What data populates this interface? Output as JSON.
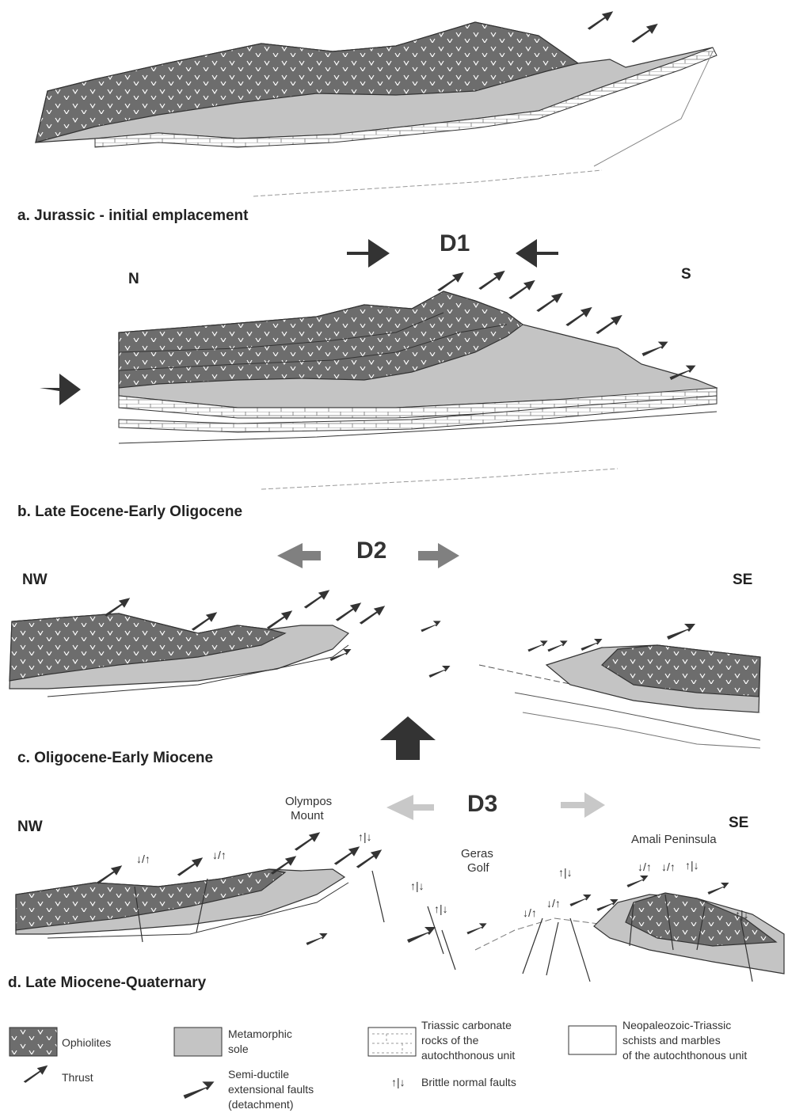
{
  "panels": {
    "a": {
      "title": "a. Jurassic - initial emplacement"
    },
    "b": {
      "title": "b. Late Eocene-Early Oligocene",
      "left": "N",
      "right": "S",
      "phase": "D1"
    },
    "c": {
      "title": "c. Oligocene-Early Miocene",
      "left": "NW",
      "right": "SE",
      "phase": "D2"
    },
    "d": {
      "title": "d. Late Miocene-Quaternary",
      "left": "NW",
      "right": "SE",
      "phase": "D3",
      "places": {
        "olympos_1": "Olympos",
        "olympos_2": "Mount",
        "geras_1": "Geras",
        "geras_2": "Golf",
        "amali": "Amali Peninsula"
      }
    }
  },
  "legend": {
    "ophiolites": "Ophiolites",
    "metamorphic_1": "Metamorphic",
    "metamorphic_2": "sole",
    "triassic_1": "Triassic carbonate",
    "triassic_2": "rocks of the",
    "triassic_3": "autochthonous unit",
    "neo_1": "Neopaleozoic-Triassic",
    "neo_2": "schists and marbles",
    "neo_3": "of the autochthonous unit",
    "thrust": "Thrust",
    "semi_1": "Semi-ductile",
    "semi_2": "extensional faults",
    "semi_3": "(detachment)",
    "brittle": "Brittle normal faults"
  },
  "colors": {
    "ophiolite": "#6d6d6d",
    "sole": "#c4c4c4",
    "arrow": "#333333",
    "d3_arrow": "#c8c8c8"
  }
}
